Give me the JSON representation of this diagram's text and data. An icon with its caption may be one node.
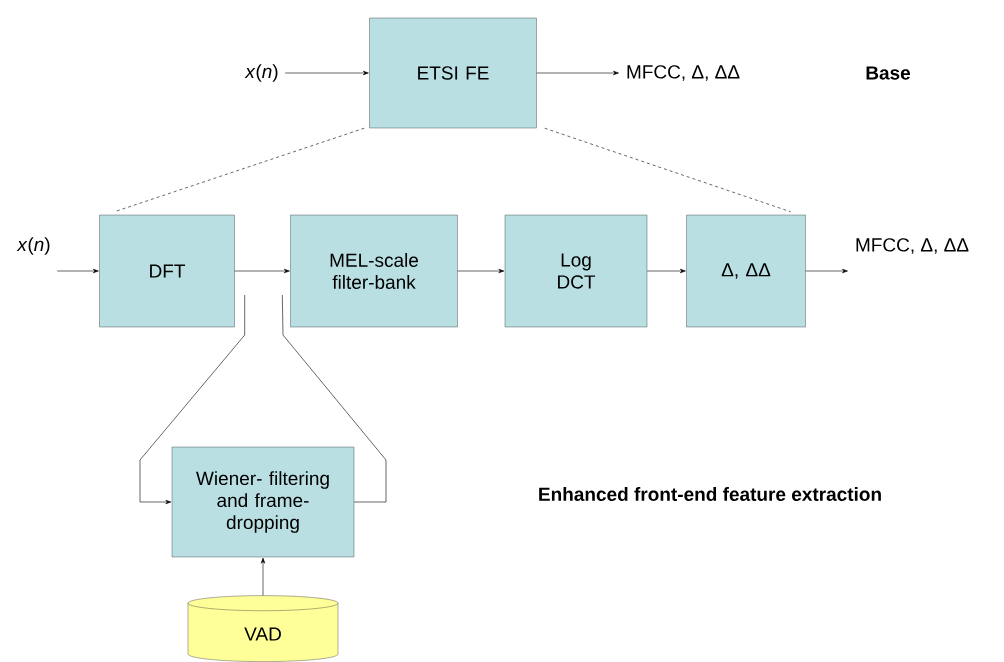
{
  "diagram": {
    "nodes": [
      {
        "text": [
          "*x*(*n*)"
        ]
      },
      {
        "text": [
          "ETSI FE"
        ]
      },
      {
        "text": [
          "MFCC, Δ, ΔΔ"
        ]
      },
      {
        "text": [
          "*x*(*n*)"
        ]
      },
      {
        "text": [
          "DFT"
        ]
      },
      {
        "text": [
          "MEL-scale filter-bank"
        ]
      },
      {
        "text": [
          "Log DCT"
        ]
      },
      {
        "text": [
          "Δ, ΔΔ"
        ]
      },
      {
        "text": [
          "MFCC, Δ, ΔΔ"
        ]
      },
      {
        "text": [
          "Wiener- filtering and frame-dropping"
        ]
      },
      {
        "text": [
          "VAD"
        ]
      }
    ],
    "edges": [
      {
        "from": 0,
        "to": 1,
        "arrow": "to"
      },
      {
        "from": 1,
        "to": 2,
        "arrow": "to"
      },
      {
        "from": 1,
        "to": 4,
        "arrow": "none",
        "style": "dashed"
      },
      {
        "from": 1,
        "to": 7,
        "arrow": "none",
        "style": "dashed"
      },
      {
        "from": 3,
        "to": 4,
        "arrow": "to"
      },
      {
        "from": 4,
        "to": 5,
        "arrow": "to"
      },
      {
        "from": 5,
        "to": 6,
        "arrow": "to"
      },
      {
        "from": 6,
        "to": 7,
        "arrow": "to"
      },
      {
        "from": 7,
        "to": 8,
        "arrow": "to"
      },
      {
        "from": 4,
        "to": 9,
        "arrow": "to"
      },
      {
        "from": 9,
        "to": 5,
        "arrow": "none"
      },
      {
        "from": 10,
        "to": 9,
        "arrow": "to"
      }
    ],
    "labels": [
      "Base",
      "Enhanced front-end feature extraction"
    ]
  }
}
